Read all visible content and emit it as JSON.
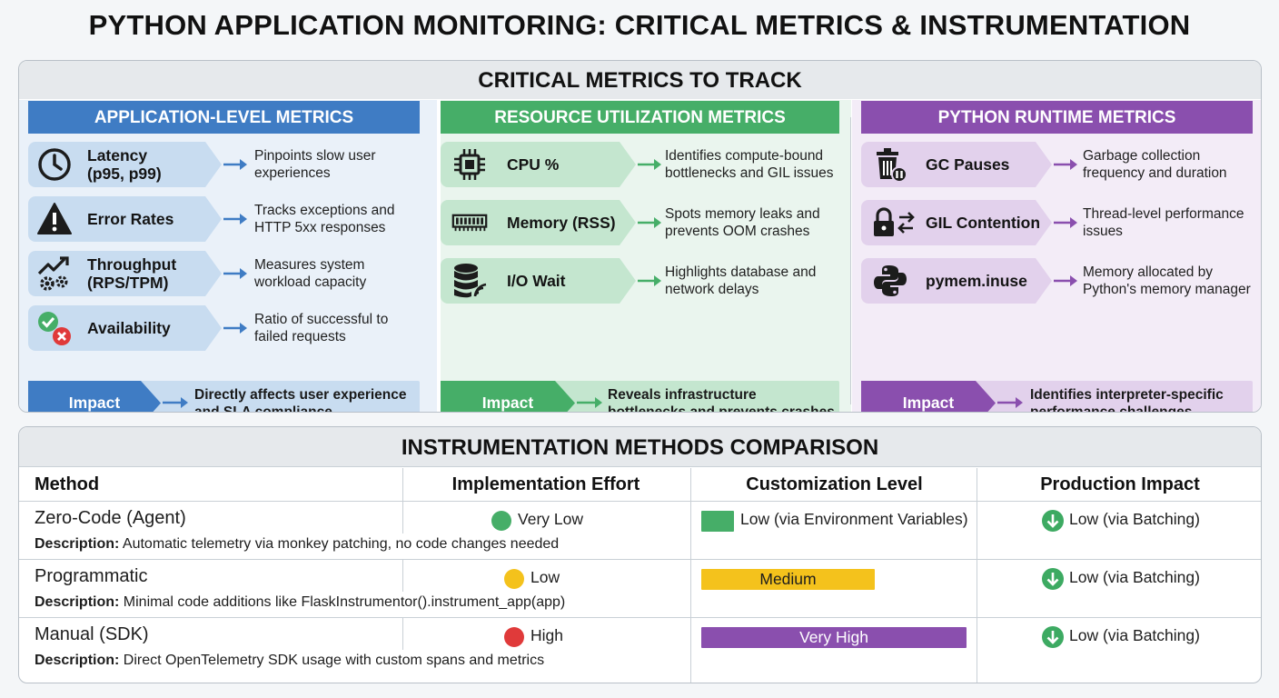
{
  "title": "PYTHON APPLICATION MONITORING: CRITICAL METRICS & INSTRUMENTATION",
  "metrics_section": {
    "title": "CRITICAL METRICS TO TRACK",
    "columns": [
      {
        "title": "APPLICATION-LEVEL METRICS",
        "accent": "#3f7cc4",
        "items": [
          {
            "name": "Latency\n(p95, p99)",
            "desc": "Pinpoints slow user experiences",
            "icon": "clock-icon"
          },
          {
            "name": "Error Rates",
            "desc": "Tracks exceptions and HTTP 5xx responses",
            "icon": "warning-icon"
          },
          {
            "name": "Throughput\n(RPS/TPM)",
            "desc": "Measures system workload capacity",
            "icon": "trend-gears-icon"
          },
          {
            "name": "Availability",
            "desc": "Ratio of successful to failed requests",
            "icon": "check-cross-icon"
          }
        ],
        "impact_label": "Impact",
        "impact_text": "Directly affects user experience and SLA compliance"
      },
      {
        "title": "RESOURCE UTILIZATION METRICS",
        "accent": "#46ae68",
        "items": [
          {
            "name": "CPU %",
            "desc": "Identifies compute-bound bottlenecks and GIL issues",
            "icon": "cpu-icon"
          },
          {
            "name": "Memory (RSS)",
            "desc": "Spots memory leaks and prevents OOM crashes",
            "icon": "memory-chip-icon"
          },
          {
            "name": "I/O Wait",
            "desc": "Highlights database and network delays",
            "icon": "database-icon"
          }
        ],
        "impact_label": "Impact",
        "impact_text": "Reveals infrastructure bottlenecks and prevents crashes"
      },
      {
        "title": "PYTHON RUNTIME METRICS",
        "accent": "#8a4fae",
        "items": [
          {
            "name": "GC Pauses",
            "desc": "Garbage collection frequency and duration",
            "icon": "trash-pause-icon"
          },
          {
            "name": "GIL Contention",
            "desc": "Thread-level performance issues",
            "icon": "lock-swap-icon"
          },
          {
            "name": "pymem.inuse",
            "desc": "Memory allocated by Python's memory manager",
            "icon": "python-icon"
          }
        ],
        "impact_label": "Impact",
        "impact_text": "Identifies interpreter-specific performance challenges"
      }
    ]
  },
  "instrumentation": {
    "title": "INSTRUMENTATION METHODS COMPARISON",
    "headers": [
      "Method",
      "Implementation Effort",
      "Customization Level",
      "Production Impact"
    ],
    "description_prefix": "Description:",
    "rows": [
      {
        "method": "Zero-Code (Agent)",
        "effort": "Very Low",
        "effort_color": "#46ae68",
        "custom": "Low (via Environment Variables)",
        "custom_color": "#46ae68",
        "impact": "Low (via Batching)",
        "impact_icon": "arrow-down-circle-icon",
        "description": "Automatic telemetry via monkey patching, no code changes needed"
      },
      {
        "method": "Programmatic",
        "effort": "Low",
        "effort_color": "#f4c21c",
        "custom": "Medium",
        "custom_color": "#f4c21c",
        "impact": "Low (via Batching)",
        "impact_icon": "arrow-down-circle-icon",
        "description": "Minimal code additions like FlaskInstrumentor().instrument_app(app)"
      },
      {
        "method": "Manual (SDK)",
        "effort": "High",
        "effort_color": "#e03a3a",
        "custom": "Very High",
        "custom_color": "#8a4fae",
        "impact": "Low (via Batching)",
        "impact_icon": "arrow-down-circle-icon",
        "description": "Direct OpenTelemetry SDK usage with custom spans and metrics"
      }
    ]
  }
}
